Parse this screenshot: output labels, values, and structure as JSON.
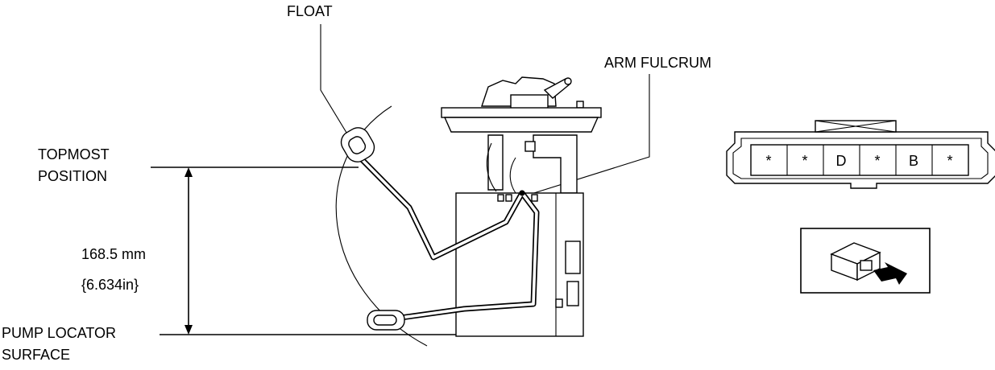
{
  "labels": {
    "float": "FLOAT",
    "arm_fulcrum": "ARM FULCRUM",
    "topmost_line1": "TOPMOST",
    "topmost_line2": "POSITION",
    "dimension_mm": "168.5 mm",
    "dimension_in": "{6.634in}",
    "pump_locator_line1": "PUMP LOCATOR",
    "pump_locator_line2": "SURFACE"
  },
  "connector": {
    "pins": [
      "*",
      "*",
      "D",
      "*",
      "B",
      "*"
    ]
  },
  "icons": {
    "connector_view": "connector-with-arrow-icon"
  }
}
